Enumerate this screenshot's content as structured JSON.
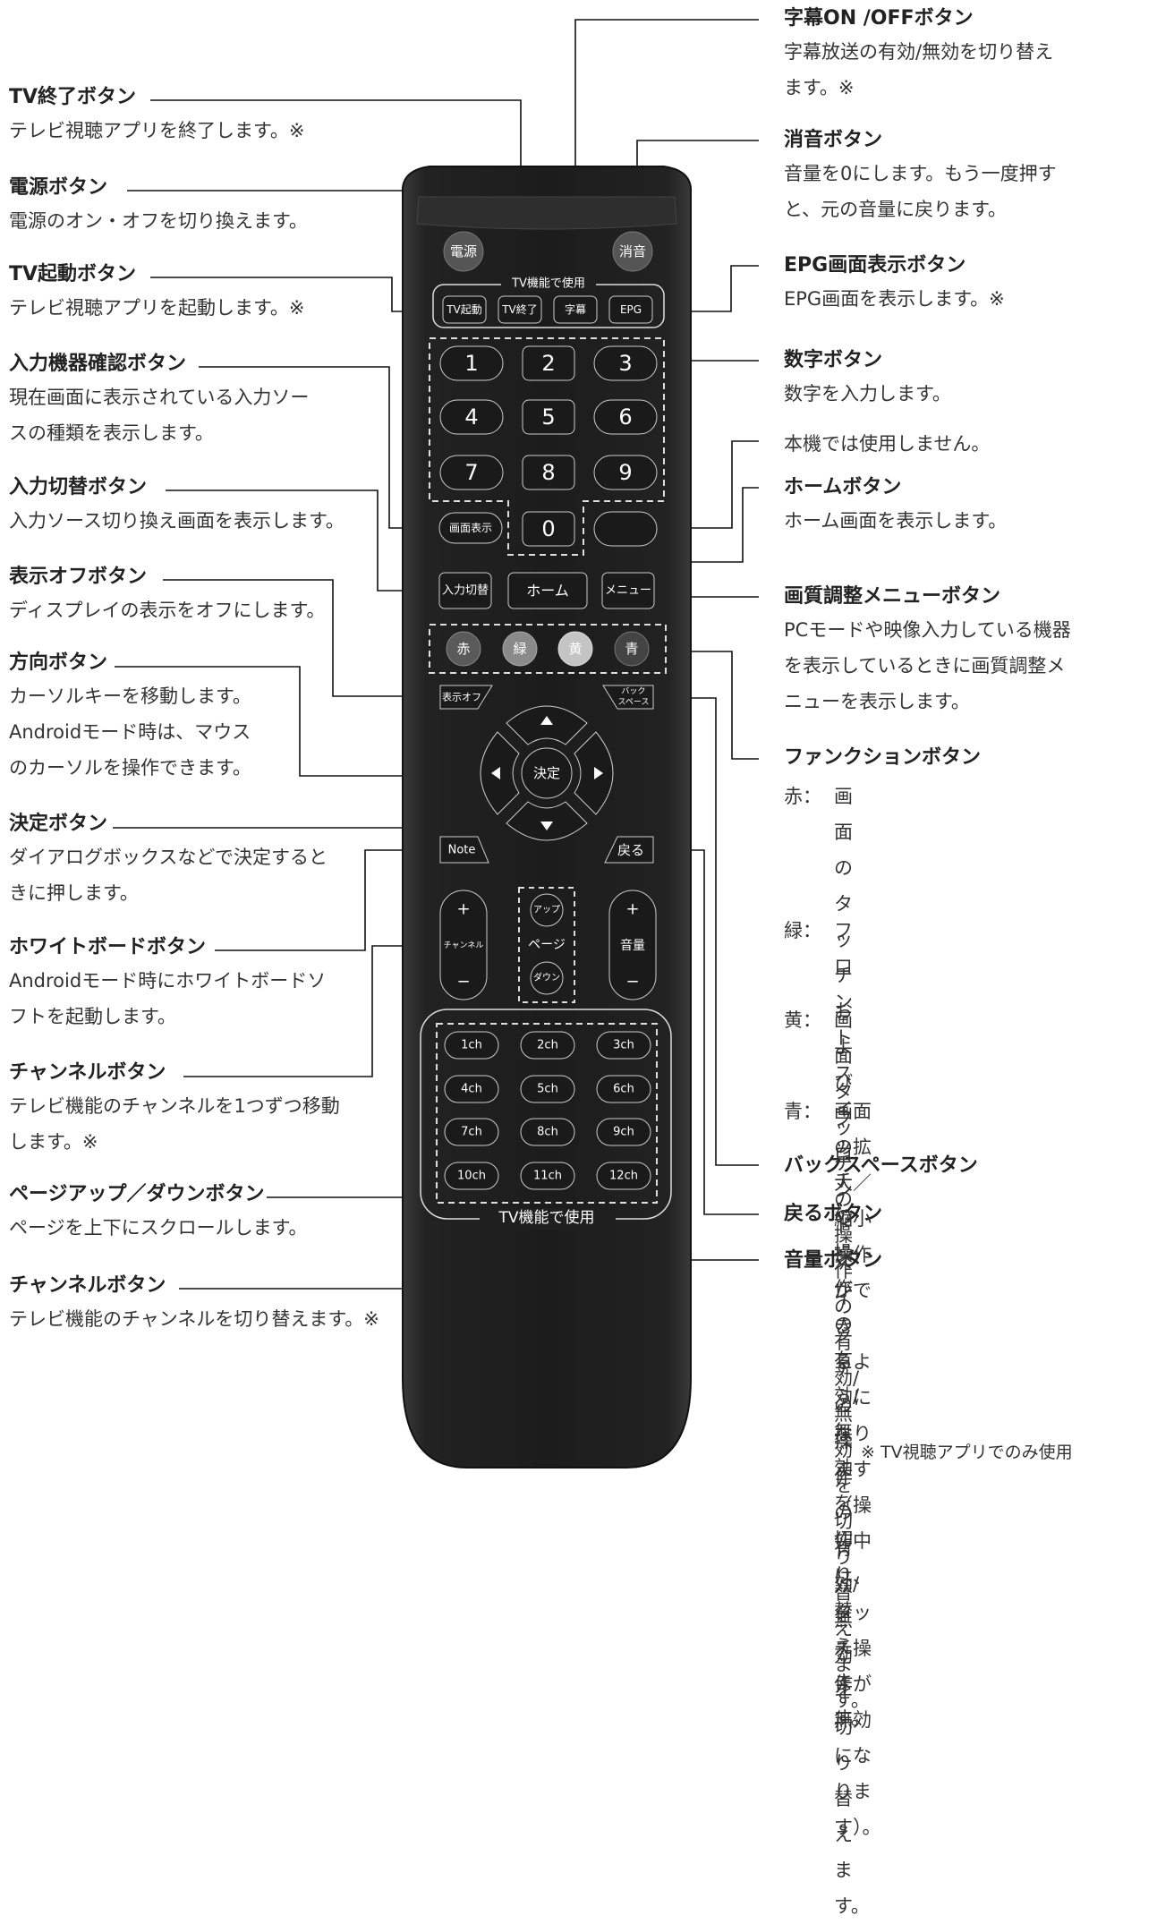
{
  "left_labels": [
    {
      "title": "TV終了ボタン",
      "lines": [
        "テレビ視聴アプリを終了します。※"
      ]
    },
    {
      "title": "電源ボタン",
      "lines": [
        "電源のオン・オフを切り換えます。"
      ]
    },
    {
      "title": "TV起動ボタン",
      "lines": [
        "テレビ視聴アプリを起動します。※"
      ]
    },
    {
      "title": "入力機器確認ボタン",
      "lines": [
        "現在画面に表示されている入力ソー",
        "スの種類を表示します。"
      ]
    },
    {
      "title": "入力切替ボタン",
      "lines": [
        "入力ソース切り換え画面を表示します。"
      ]
    },
    {
      "title": "表示オフボタン",
      "lines": [
        "ディスプレイの表示をオフにします。"
      ]
    },
    {
      "title": "方向ボタン",
      "lines": [
        "カーソルキーを移動します。",
        "Androidモード時は、マウス",
        "のカーソルを操作できます。"
      ]
    },
    {
      "title": "決定ボタン",
      "lines": [
        "ダイアログボックスなどで決定すると",
        "きに押します。"
      ]
    },
    {
      "title": "ホワイトボードボタン",
      "lines": [
        "Androidモード時にホワイトボードソ",
        "フトを起動します。"
      ]
    },
    {
      "title": "チャンネルボタン",
      "lines": [
        "テレビ機能のチャンネルを1つずつ移動",
        "します。※"
      ]
    },
    {
      "title": "ページアップ／ダウンボタン",
      "lines": [
        "ページを上下にスクロールします。"
      ]
    },
    {
      "title": "チャンネルボタン",
      "lines": [
        "テレビ機能のチャンネルを切り替えます。※"
      ]
    }
  ],
  "right_labels": [
    {
      "title": "字幕ON /OFFボタン",
      "lines": [
        "字幕放送の有効/無効を切り替え",
        "ます。※"
      ]
    },
    {
      "title": "消音ボタン",
      "lines": [
        "音量を0にします。もう一度押す",
        "と、元の音量に戻ります。"
      ]
    },
    {
      "title": "EPG画面表示ボタン",
      "lines": [
        "EPG画面を表示します。※"
      ]
    },
    {
      "title": "数字ボタン",
      "lines": [
        "数字を入力します。"
      ]
    },
    {
      "title": "",
      "lines": [
        "本機では使用しません。"
      ]
    },
    {
      "title": "ホームボタン",
      "lines": [
        "ホーム画面を表示します。"
      ]
    },
    {
      "title": "画質調整メニューボタン",
      "lines": [
        "PCモードや映像入力している機器",
        "を表示しているときに画質調整メ",
        "ニューを表示します。"
      ]
    },
    {
      "title": "ファンクションボタン",
      "lines": []
    },
    {
      "title": "バックスペースボタン",
      "lines": []
    },
    {
      "title": "戻るボタン",
      "lines": []
    },
    {
      "title": "音量ボタン",
      "lines": []
    }
  ],
  "function_buttons": [
    {
      "key": "赤：",
      "lines": [
        "画面のタッチおよびフロントス",
        "イッチの操作の有効/無効を切",
        "り替えます。"
      ]
    },
    {
      "key": "緑：",
      "lines": [
        "フロントスイッチの操作の有",
        "効/無効を切り替えます。"
      ]
    },
    {
      "key": "黄：",
      "lines": [
        "画面タッチの操作の有効/無",
        "効を切り替えます。"
      ]
    },
    {
      "key": "青：",
      "lines": [
        "画面の拡大／縮小操作ができ",
        "るようになります（操作中は、",
        "タッチ操作が無効になります）。"
      ]
    }
  ],
  "footnote": "※ TV視聴アプリでのみ使用",
  "remote": {
    "power": "電源",
    "mute": "消音",
    "tv_group_label": "TV機能で使用",
    "tv_buttons": [
      "TV起動",
      "TV終了",
      "字幕",
      "EPG"
    ],
    "digits": [
      "1",
      "2",
      "3",
      "4",
      "5",
      "6",
      "7",
      "8",
      "9",
      "0"
    ],
    "input_check": "画面表示",
    "input_switch": "入力切替",
    "home": "ホーム",
    "menu": "メニュー",
    "color_buttons": [
      "赤",
      "緑",
      "黄",
      "青"
    ],
    "display_off": "表示オフ",
    "backspace": [
      "バック",
      "スペース"
    ],
    "ok": "決定",
    "note": "Note",
    "back": "戻る",
    "channel": "チャンネル",
    "page": "ページ",
    "page_up": "アップ",
    "page_down": "ダウン",
    "volume": "音量",
    "plus": "+",
    "minus": "−",
    "ch_buttons": [
      "1ch",
      "2ch",
      "3ch",
      "4ch",
      "5ch",
      "6ch",
      "7ch",
      "8ch",
      "9ch",
      "10ch",
      "11ch",
      "12ch"
    ],
    "tv_bottom_label": "TV機能で使用"
  }
}
